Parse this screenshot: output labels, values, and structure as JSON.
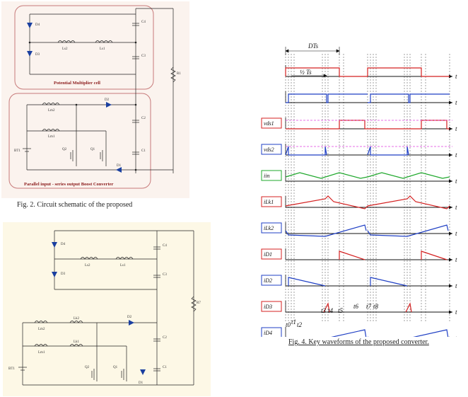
{
  "figure2": {
    "caption": "Fig. 2. Circuit schematic of the proposed",
    "box_top_label": "Potential Multiplier cell",
    "box_bottom_label": "Parallel input - series output Boost Converter",
    "components": {
      "d4": "D4",
      "d3": "D3",
      "d2": "D2",
      "d1": "D1",
      "c4": "C4",
      "c3": "C3",
      "c2": "C2",
      "c1": "C1",
      "r1": "R1",
      "bt1": "BT1",
      "q2": "Q2",
      "q1": "Q1",
      "lm2": "Lm2",
      "lm1": "Lm1",
      "ls2": "Ls2",
      "ls1": "Ls1"
    }
  },
  "figure3": {
    "components": {
      "d4": "D4",
      "d3": "D3",
      "d2": "D2",
      "d1": "D1",
      "c4": "C4",
      "c3": "C3",
      "c2": "C2",
      "c1": "C1",
      "r7": "R7",
      "bt1": "BT1",
      "q2": "Q2",
      "q1": "Q1",
      "lm2": "Lm2",
      "lm1": "Lm1",
      "ls2": "Ls2",
      "ls1": "Ls1",
      "lk2": "Lk2",
      "lk1": "Lk1"
    }
  },
  "figure4": {
    "caption": "Fig. 4. Key waveforms of the proposed converter.",
    "dt_label": "DTs",
    "half_ts_label": "½ Ts",
    "axis_label": "t",
    "signals": [
      {
        "label": "",
        "color": "#d42020"
      },
      {
        "label": "",
        "color": "#1f3fc4"
      },
      {
        "label": "vds1",
        "color": "#d42020"
      },
      {
        "label": "vds2",
        "color": "#1f3fc4"
      },
      {
        "label": "iin",
        "color": "#1fa82c"
      },
      {
        "label": "iLk1",
        "color": "#d42020"
      },
      {
        "label": "iLk2",
        "color": "#1f3fc4"
      },
      {
        "label": "iD1",
        "color": "#d42020"
      },
      {
        "label": "iD2",
        "color": "#1f3fc4"
      },
      {
        "label": "iD3",
        "color": "#d42020"
      },
      {
        "label": "iD4",
        "color": "#1f3fc4"
      }
    ],
    "time_marks": [
      "t0",
      "t1",
      "t2",
      "t3",
      "t4",
      "t5",
      "t6",
      "t7",
      "t8"
    ]
  }
}
